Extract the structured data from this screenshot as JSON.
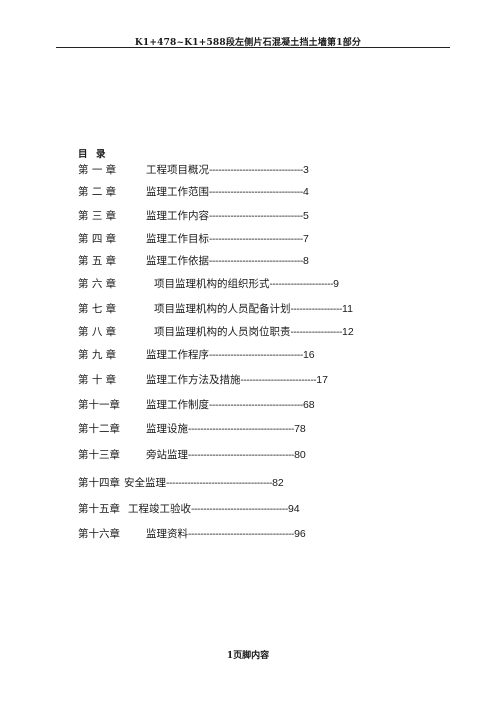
{
  "header": {
    "title": "K1+478~K1+588段左侧片石混凝土挡土墙第1部分"
  },
  "toc": {
    "heading": [
      "目",
      "录"
    ],
    "entries": [
      {
        "chapter": "第 一 章",
        "title": "工程项目概况",
        "leader": "-------------------------------",
        "page": "3"
      },
      {
        "chapter": "第 二 章",
        "title": "监理工作范围",
        "leader": "-------------------------------",
        "page": "4"
      },
      {
        "chapter": "第 三 章",
        "title": "监理工作内容",
        "leader": "-------------------------------",
        "page": "5"
      },
      {
        "chapter": "第 四 章",
        "title": "监理工作目标",
        "leader": "-------------------------------",
        "page": "7"
      },
      {
        "chapter": "第 五 章",
        "title": "监理工作依据",
        "leader": "-------------------------------",
        "page": "8"
      },
      {
        "chapter": "第 六 章",
        "title": "项目监理机构的组织形式",
        "leader": "---------------------",
        "page": "9"
      },
      {
        "chapter": "第 七 章",
        "title": "项目监理机构的人员配备计划",
        "leader": "-----------------",
        "page": "11"
      },
      {
        "chapter": "第 八 章",
        "title": "项目监理机构的人员岗位职责",
        "leader": "-----------------",
        "page": "12"
      },
      {
        "chapter": "第 九 章",
        "title": "监理工作程序",
        "leader": "-------------------------------",
        "page": "16"
      },
      {
        "chapter": "第 十 章",
        "title": "监理工作方法及措施",
        "leader": "-------------------------",
        "page": "17"
      },
      {
        "chapter": "第十一章",
        "title": "监理工作制度",
        "leader": "-------------------------------",
        "page": "68"
      },
      {
        "chapter": "第十二章",
        "title": "监理设施",
        "leader": "-----------------------------------",
        "page": "78"
      },
      {
        "chapter": "第十三章",
        "title": "旁站监理",
        "leader": "-----------------------------------",
        "page": "80"
      },
      {
        "chapter": "第十四章",
        "title": "安全监理",
        "leader": "-----------------------------------",
        "page": "82"
      },
      {
        "chapter": "第十五章",
        "title": "工程竣工验收",
        "leader": "--------------------------------",
        "page": "94"
      },
      {
        "chapter": "第十六章",
        "title": "监理资料",
        "leader": "-----------------------------------",
        "page": "96"
      }
    ]
  },
  "footer": {
    "text": "1页脚内容"
  }
}
